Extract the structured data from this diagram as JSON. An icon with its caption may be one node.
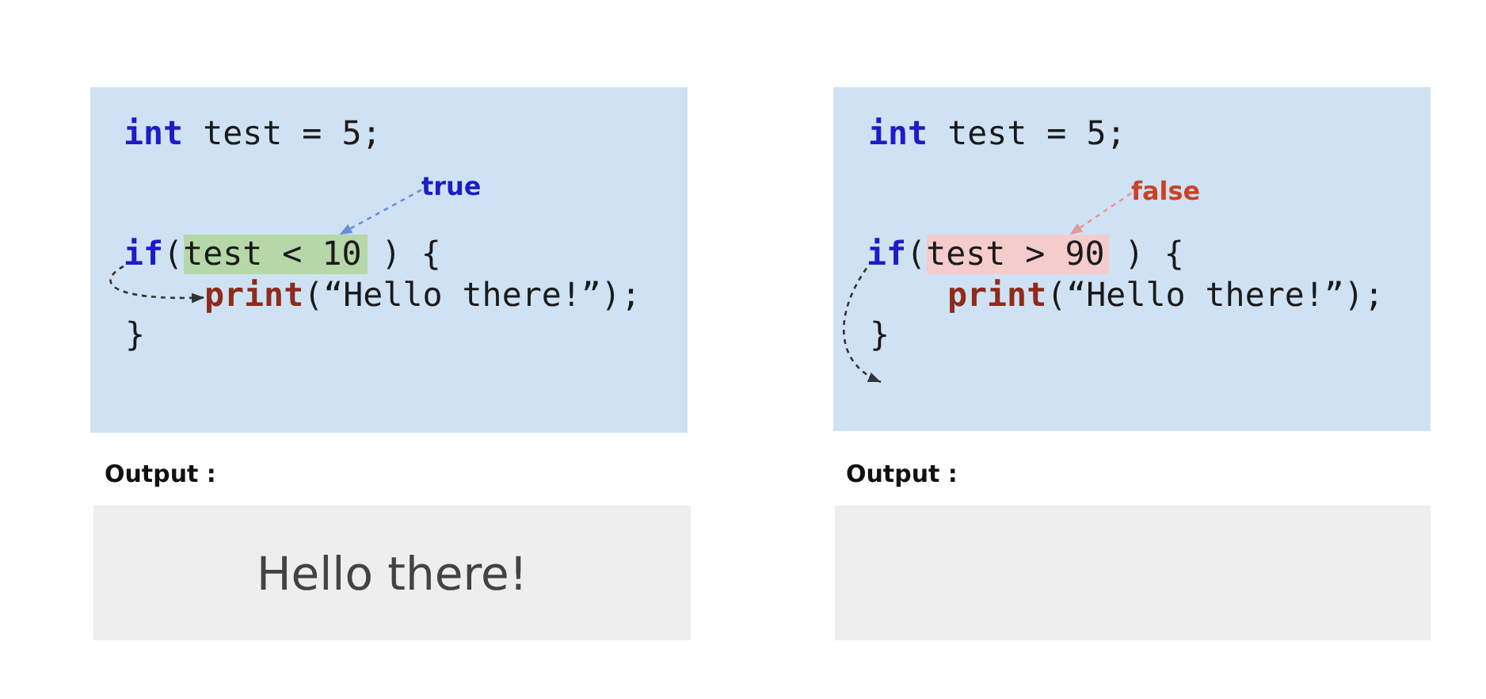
{
  "diagram": {
    "nodes": [
      {
        "text": [
          "**int** test = 5;",
          "}"
        ]
      },
      {
        "text": [
          "true"
        ],
        "in": 0
      },
      {
        "text": [
          "**if**(test < 10 ) {"
        ],
        "in": 0
      },
      {
        "text": [
          "**print**(“Hello there!”);"
        ],
        "in": 0
      },
      {
        "text": [
          "Output :",
          "Hello there!"
        ]
      },
      {
        "text": [
          "**int** test = 5;",
          "**print**(“Hello there!”);",
          "}"
        ]
      },
      {
        "text": [
          "false"
        ],
        "in": 5
      },
      {
        "text": [
          "**if**(test > 90 ) {"
        ],
        "in": 5
      },
      {
        "text": [
          "Output :"
        ]
      }
    ],
    "edges": [
      {
        "from": 1,
        "to": 2,
        "arrow": "to",
        "style": "dashed",
        "color": "#6a8fd8"
      },
      {
        "from": 2,
        "to": 3,
        "arrow": "to",
        "style": "dashed"
      },
      {
        "from": 6,
        "to": 7,
        "arrow": "to",
        "style": "dashed",
        "color": "#e29a9a"
      },
      {
        "from": 7,
        "to": null,
        "arrow": "to",
        "style": "dashed"
      }
    ]
  }
}
